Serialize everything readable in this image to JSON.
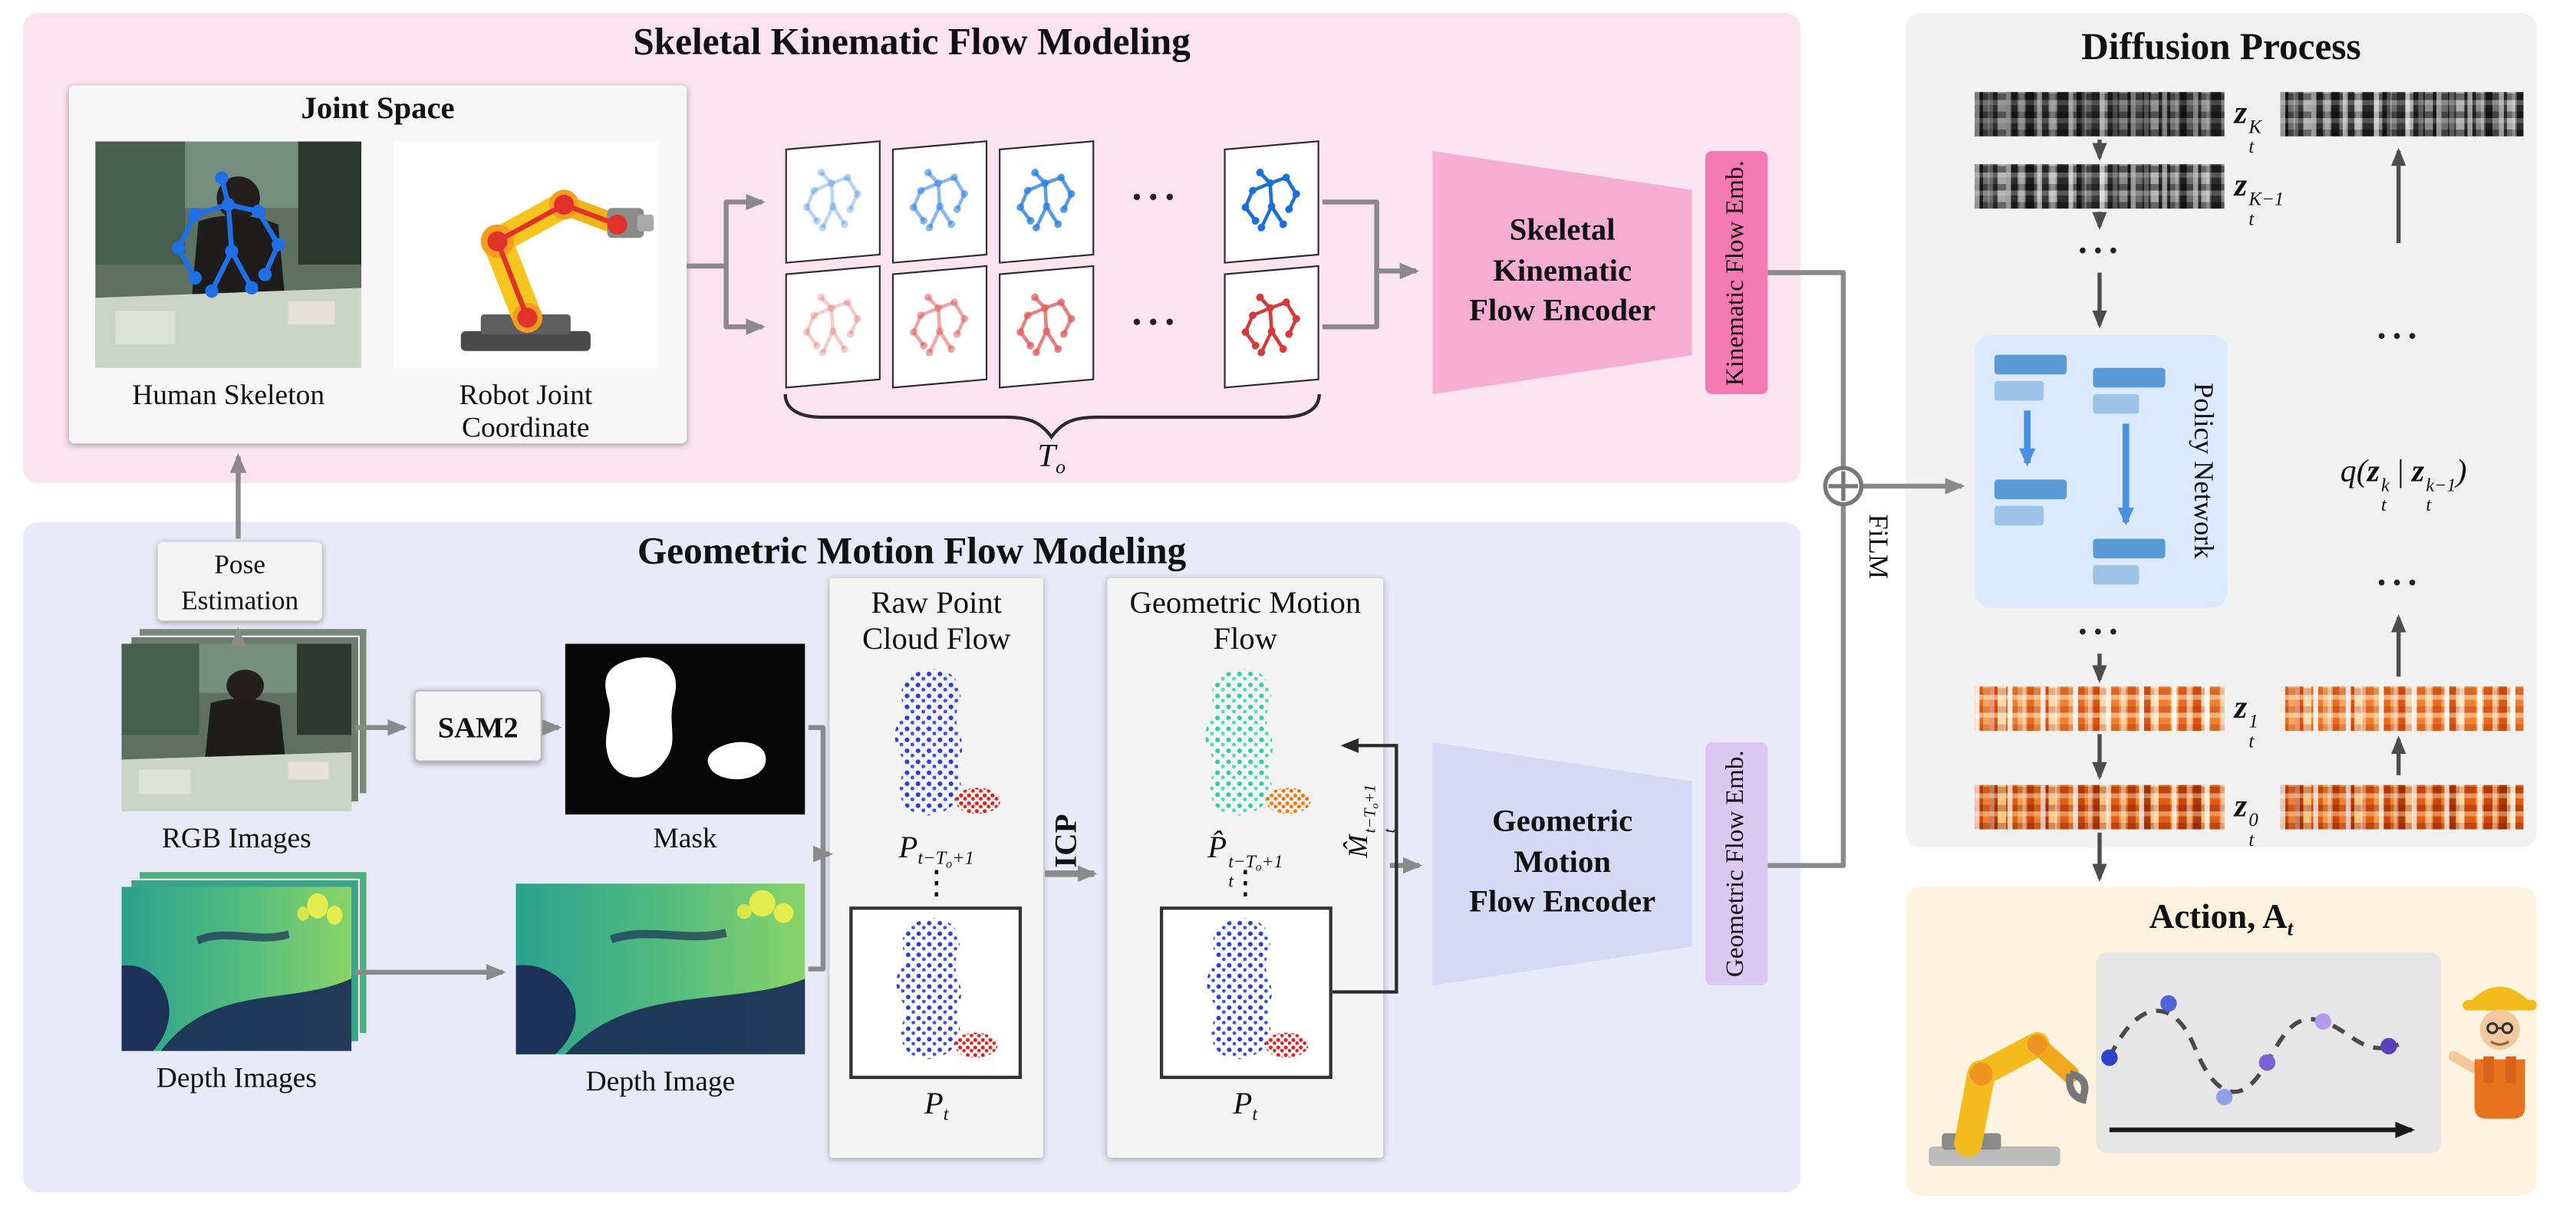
{
  "skeletal": {
    "title": "Skeletal Kinematic Flow Modeling",
    "joint_space": {
      "title": "Joint Space",
      "human_caption": "Human Skeleton",
      "robot_caption": [
        "Robot Joint",
        "Coordinate"
      ]
    },
    "seq_dots": "···",
    "t_o": {
      "base": "T",
      "sub": "o"
    },
    "encoder_lines": [
      "Skeletal",
      "Kinematic",
      "Flow Encoder"
    ],
    "emb": "Kinematic Flow Emb."
  },
  "geometric": {
    "title": "Geometric Motion Flow Modeling",
    "pose_lines": [
      "Pose",
      "Estimation"
    ],
    "rgb_caption": "RGB Images",
    "sam2": "SAM2",
    "mask_caption": "Mask",
    "depth_stack_caption": "Depth Images",
    "depth_caption": "Depth Image",
    "raw_col_title": [
      "Raw Point",
      "Cloud Flow"
    ],
    "icp": "ICP",
    "flow_col_title": [
      "Geometric Motion",
      "Flow"
    ],
    "p_prev": {
      "base": "P",
      "sub_pre": "t−T",
      "sub_sub": "o",
      "sub_post": "+1"
    },
    "p_t": {
      "base": "P",
      "sub": "t"
    },
    "p_hat": {
      "base": "P̂",
      "sup_pre": "t−T",
      "sup_sub": "o",
      "sup_post": "+1",
      "sub": "t"
    },
    "m_hat": {
      "base": "M̂",
      "sup_pre": "t−T",
      "sup_sub": "o",
      "sup_post": "+1",
      "sub": "t"
    },
    "vdots": "⋮",
    "encoder_lines": [
      "Geometric",
      "Motion",
      "Flow Encoder"
    ],
    "emb": "Geometric Flow Emb."
  },
  "merge": {
    "film": "FiLM"
  },
  "diffusion": {
    "title": "Diffusion Process",
    "policy": "Policy Network",
    "z_K": {
      "base": "z",
      "sub": "t",
      "sup": "K"
    },
    "z_Km1": {
      "base": "z",
      "sub": "t",
      "sup": "K−1"
    },
    "z_1": {
      "base": "z",
      "sub": "t",
      "sup": "1"
    },
    "z_0": {
      "base": "z",
      "sub": "t",
      "sup": "0"
    },
    "hdots": "···",
    "q": {
      "open": "q(",
      "mid": " | ",
      "close": ")",
      "z_k": {
        "base": "z",
        "sub": "t",
        "sup": "k"
      },
      "z_km1": {
        "base": "z",
        "sub": "t",
        "sup": "k−1"
      }
    }
  },
  "action": {
    "title": "Action,",
    "a_t": {
      "base": "A",
      "sub": "t"
    }
  }
}
